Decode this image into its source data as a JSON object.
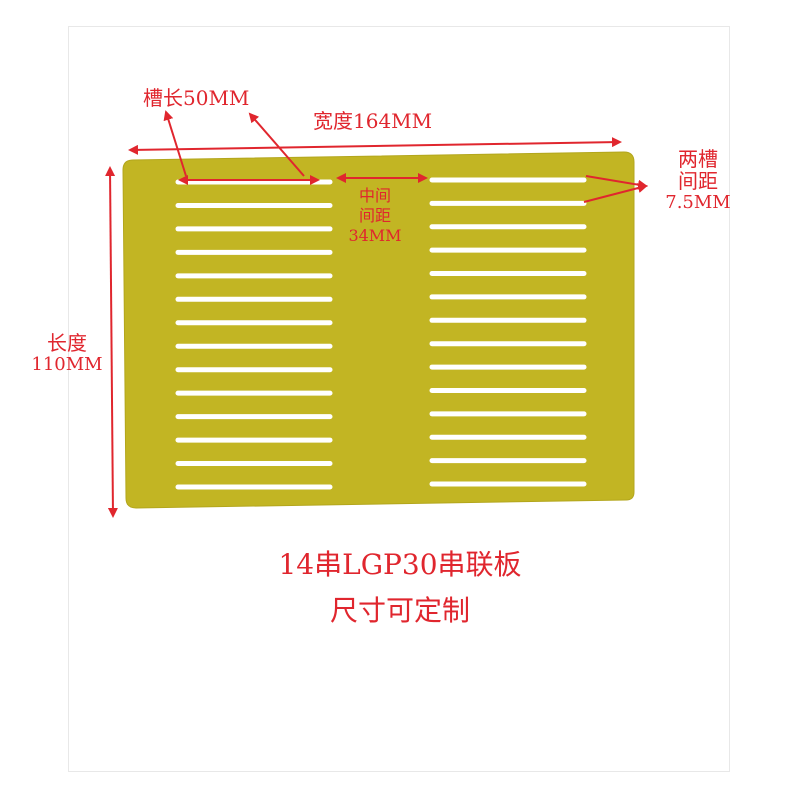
{
  "annotations": {
    "slot_length": "槽长50MM",
    "width": "宽度164MM",
    "gap_center": [
      "中间",
      "间距",
      "34MM"
    ],
    "slot_pitch": [
      "两槽",
      "间距",
      "7.5MM"
    ],
    "length": [
      "长度",
      "110MM"
    ]
  },
  "caption": {
    "line1": "14串LGP30串联板",
    "line2": "尺寸可定制"
  },
  "colors": {
    "board": "#c2b523",
    "board_edge": "#b3a61c",
    "slot": "#ffffff",
    "annotation": "#e0262e"
  },
  "board": {
    "slot_columns": 2,
    "slots_per_column": 14
  }
}
